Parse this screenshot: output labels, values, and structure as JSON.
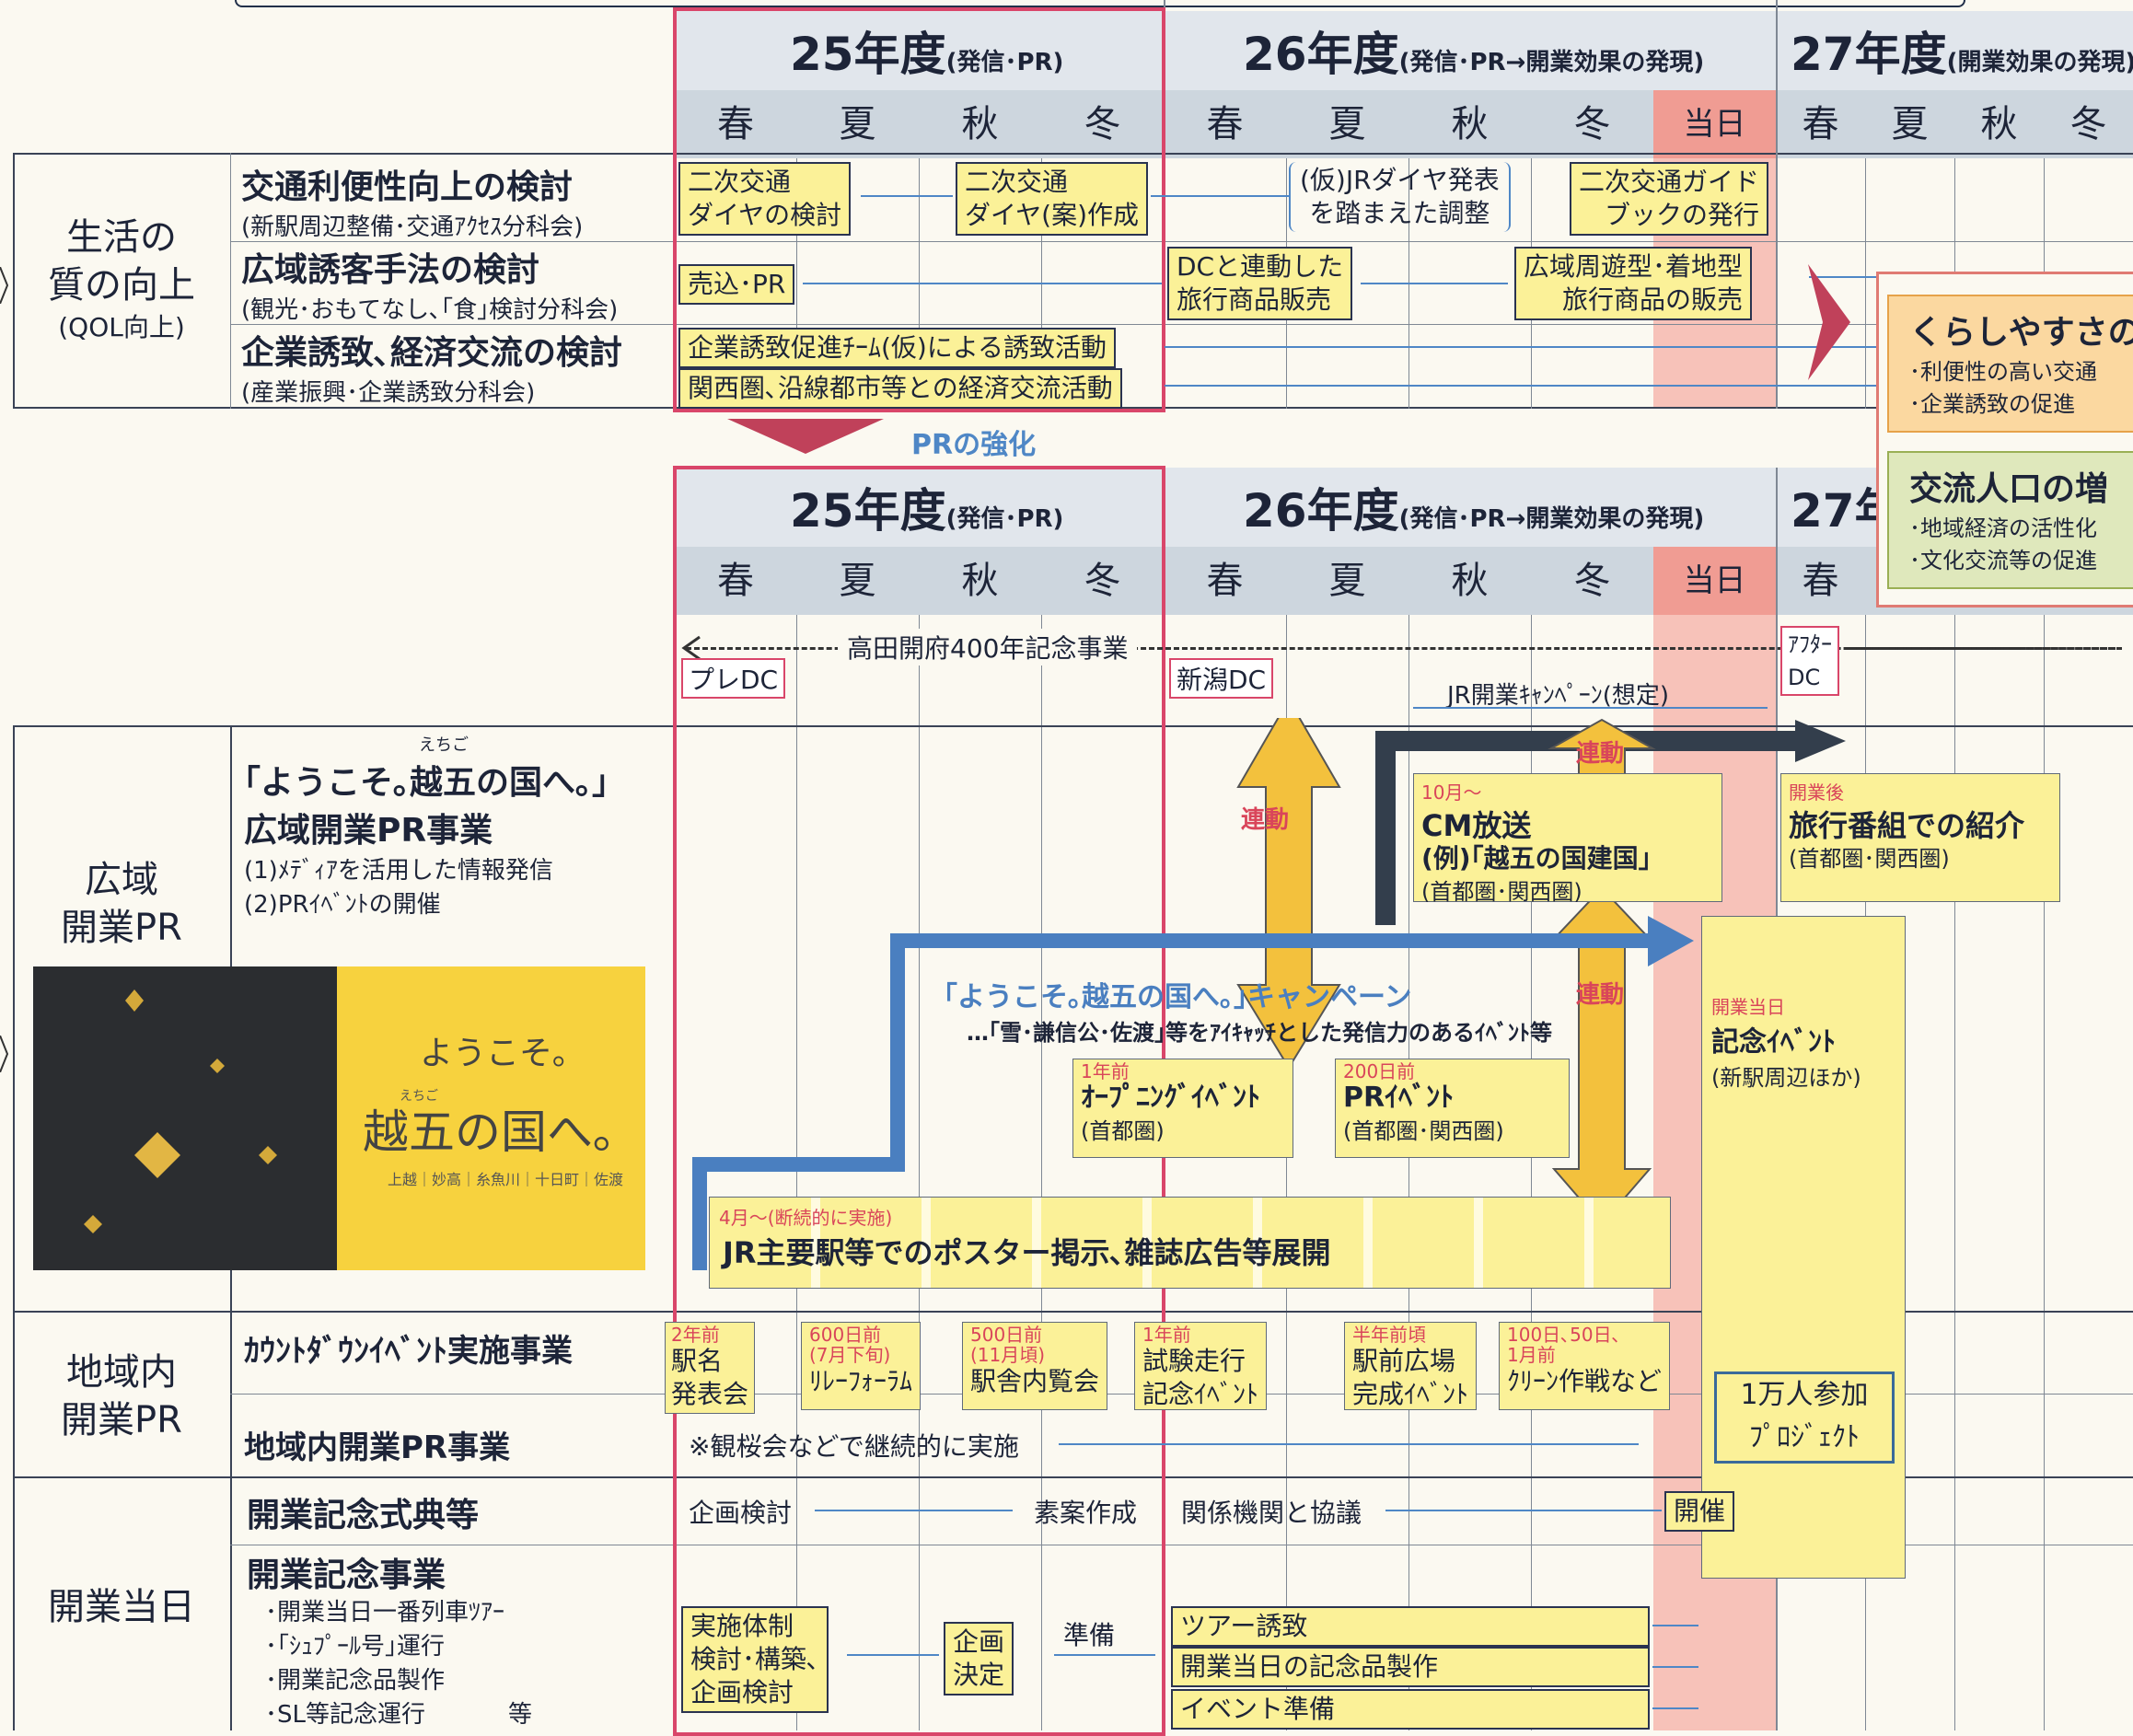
{
  "years": [
    {
      "year": "25年度",
      "note": "(発信･PR)"
    },
    {
      "year": "26年度",
      "note": "(発信･PR→開業効果の発現)"
    },
    {
      "year": "27年度",
      "note": "(開業効果の発現)"
    }
  ],
  "year_27_partial": "27年",
  "seasons": [
    "春",
    "夏",
    "秋",
    "冬"
  ],
  "today_label": "当日",
  "section1": {
    "category_line1": "生活の",
    "category_line2": "質の向上",
    "category_line3": "(QOL向上)",
    "rows": [
      {
        "title": "交通利便性向上の検討",
        "sub": "(新駅周辺整備･交通ｱｸｾｽ分科会)"
      },
      {
        "title": "広域誘客手法の検討",
        "sub": "(観光･おもてなし､｢食｣検討分科会)"
      },
      {
        "title": "企業誘致､経済交流の検討",
        "sub": "(産業振興･企業誘致分科会)"
      }
    ],
    "boxes": {
      "b1a": "二次交通",
      "b1b": "ダイヤの検討",
      "b2a": "二次交通",
      "b2b": "ダイヤ(案)作成",
      "b3a": "(仮)JRダイヤ発表",
      "b3b": "を踏まえた調整",
      "b4a": "二次交通ガイド",
      "b4b": "ブックの発行",
      "b5": "売込･PR",
      "b6a": "DCと連動した",
      "b6b": "旅行商品販売",
      "b7a": "広域周遊型･着地型",
      "b7b": "旅行商品の販売",
      "b8": "企業誘致促進ﾁｰﾑ(仮)による誘致活動",
      "b9": "関西圏､沿線都市等との経済交流活動"
    }
  },
  "pr_strengthen": "PRの強化",
  "outcomes": {
    "o1_title": "くらしやすさの",
    "o1_l1": "･利便性の高い交通",
    "o1_l2": "･企業誘致の促進",
    "o2_title": "交流人口の増",
    "o2_l1": "･地域経済の活性化",
    "o2_l2": "･文化交流等の促進"
  },
  "section2": {
    "takada": "高田開府400年記念事業",
    "pre_dc": "プレDC",
    "niigata_dc": "新潟DC",
    "after_dc_1": "ｱﾌﾀｰ",
    "after_dc_2": "DC",
    "jr_campaign": "JR開業ｷｬﾝﾍﾟｰﾝ(想定)",
    "rendo": "連動",
    "koiki_cat_1": "広域",
    "koiki_cat_2": "開業PR",
    "koiki_furigana": "えちご",
    "koiki_title1": "｢ようこそ｡越五の国へ｡｣",
    "koiki_title2": "広域開業PR事業",
    "koiki_item1": "(1)ﾒﾃﾞｨｱを活用した情報発信",
    "koiki_item2": "(2)PRｲﾍﾞﾝﾄの開催",
    "poster_line1": "ようこそ｡",
    "poster_line2": "越五の国へ｡",
    "poster_ruby": "えちご",
    "poster_towns": "上越｜妙高｜糸魚川｜十日町｜佐渡",
    "cm_note": "10月～",
    "cm_title": "CM放送",
    "cm_l2": "(例)｢越五の国建国｣",
    "cm_l3": "(首都圏･関西圏)",
    "travel_note": "開業後",
    "travel_title": "旅行番組での紹介",
    "travel_sub": "(首都圏･関西圏)",
    "campaign_title": "｢ようこそ｡越五の国へ｡｣キャンペーン",
    "campaign_sub": "…｢雪･謙信公･佐渡｣等をｱｲｷｬｯﾁとした発信力のあるｲﾍﾞﾝﾄ等",
    "opening_note": "1年前",
    "opening_title": "ｵｰﾌﾟﾆﾝｸﾞｲﾍﾞﾝﾄ",
    "opening_sub": "(首都圏)",
    "pr_note": "200日前",
    "pr_title": "PRｲﾍﾞﾝﾄ",
    "pr_sub": "(首都圏･関西圏)",
    "kinen_note": "開業当日",
    "kinen_title": "記念ｲﾍﾞﾝﾄ",
    "kinen_sub": "(新駅周辺ほか)",
    "poster_note": "4月～(断続的に実施)",
    "poster_title": "JR主要駅等でのポスター掲示､雑誌広告等展開"
  },
  "section3": {
    "cat1": "地域内",
    "cat2": "開業PR",
    "row1": "ｶｳﾝﾄﾀﾞｳﾝｲﾍﾞﾝﾄ実施事業",
    "row2": "地域内開業PR事業",
    "e1_note": "2年前",
    "e1_a": "駅名",
    "e1_b": "発表会",
    "e2_note1": "600日前",
    "e2_note2": "(7月下旬)",
    "e2_title": "ﾘﾚｰﾌｫｰﾗﾑ",
    "e3_note1": "500日前",
    "e3_note2": "(11月頃)",
    "e3_title": "駅舎内覧会",
    "e4_note": "1年前",
    "e4_a": "試験走行",
    "e4_b": "記念ｲﾍﾞﾝﾄ",
    "e5_note": "半年前頃",
    "e5_a": "駅前広場",
    "e5_b": "完成ｲﾍﾞﾝﾄ",
    "e6_note1": "100日､50日､",
    "e6_note2": "1月前",
    "e6_title": "ｸﾘｰﾝ作戦など",
    "kanoukai": "※観桜会などで継続的に実施",
    "man_a": "1万人参加",
    "man_b": "ﾌﾟﾛｼﾞｪｸﾄ"
  },
  "section4": {
    "cat": "開業当日",
    "row1": "開業記念式典等",
    "row2": "開業記念事業",
    "items": [
      "･開業当日一番列車ﾂｱｰ",
      "･｢ｼｭﾌﾟｰﾙ号｣運行",
      "･開業記念品製作",
      "･SL等記念運行"
    ],
    "etc": "等",
    "kikaku": "企画検討",
    "soan": "素案作成",
    "kyogi": "関係機関と協議",
    "kaisai": "開催",
    "taisei_a": "実施体制",
    "taisei_b": "検討･構築､",
    "taisei_c": "企画検討",
    "kettei_a": "企画",
    "kettei_b": "決定",
    "junbi": "準備",
    "tour": "ツアー誘致",
    "kinenhin": "開業当日の記念品製作",
    "event_junbi": "イベント準備"
  },
  "colors": {
    "accent_red": "#d9466a",
    "box_yellow": "#fbf198",
    "arrow_blue": "#4f87c6",
    "today_pink": "#f6b8af"
  }
}
